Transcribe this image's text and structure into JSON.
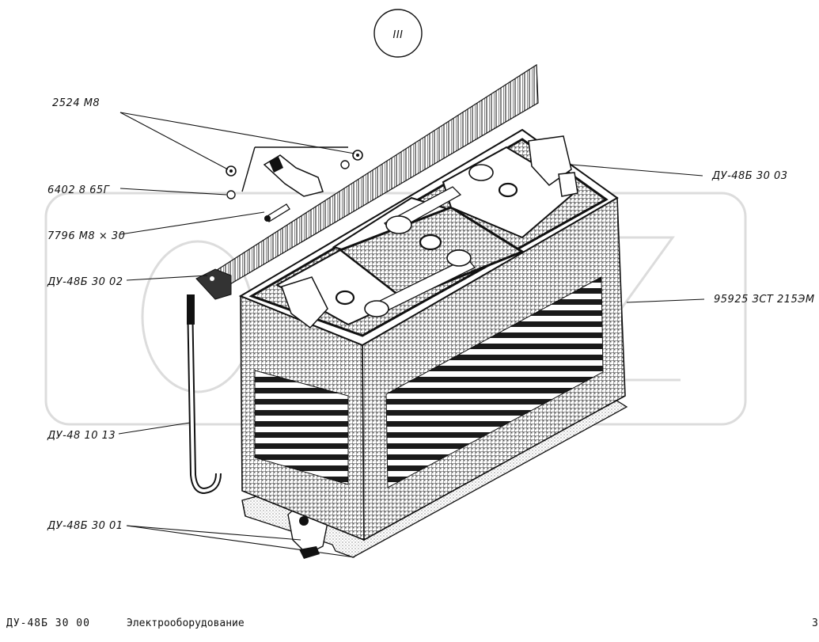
{
  "view_marker": "III",
  "callouts": {
    "nut": "2524  M8",
    "washer": "6402  8 65Г",
    "bolt": "7796  M8 × 30",
    "bracket": "ДУ-48Б 30 02",
    "rod": "ДУ-48 10 13",
    "base": "ДУ-48Б 30 01",
    "terminal": "ДУ-48Б 30 03",
    "battery": "95925  ЗСТ 215ЭМ"
  },
  "footer": {
    "code": "ДУ-48Б 30 00",
    "title": "Электрооборудование",
    "page": "3"
  },
  "colors": {
    "ink": "#111111",
    "watermark": "#d9d9d9"
  }
}
